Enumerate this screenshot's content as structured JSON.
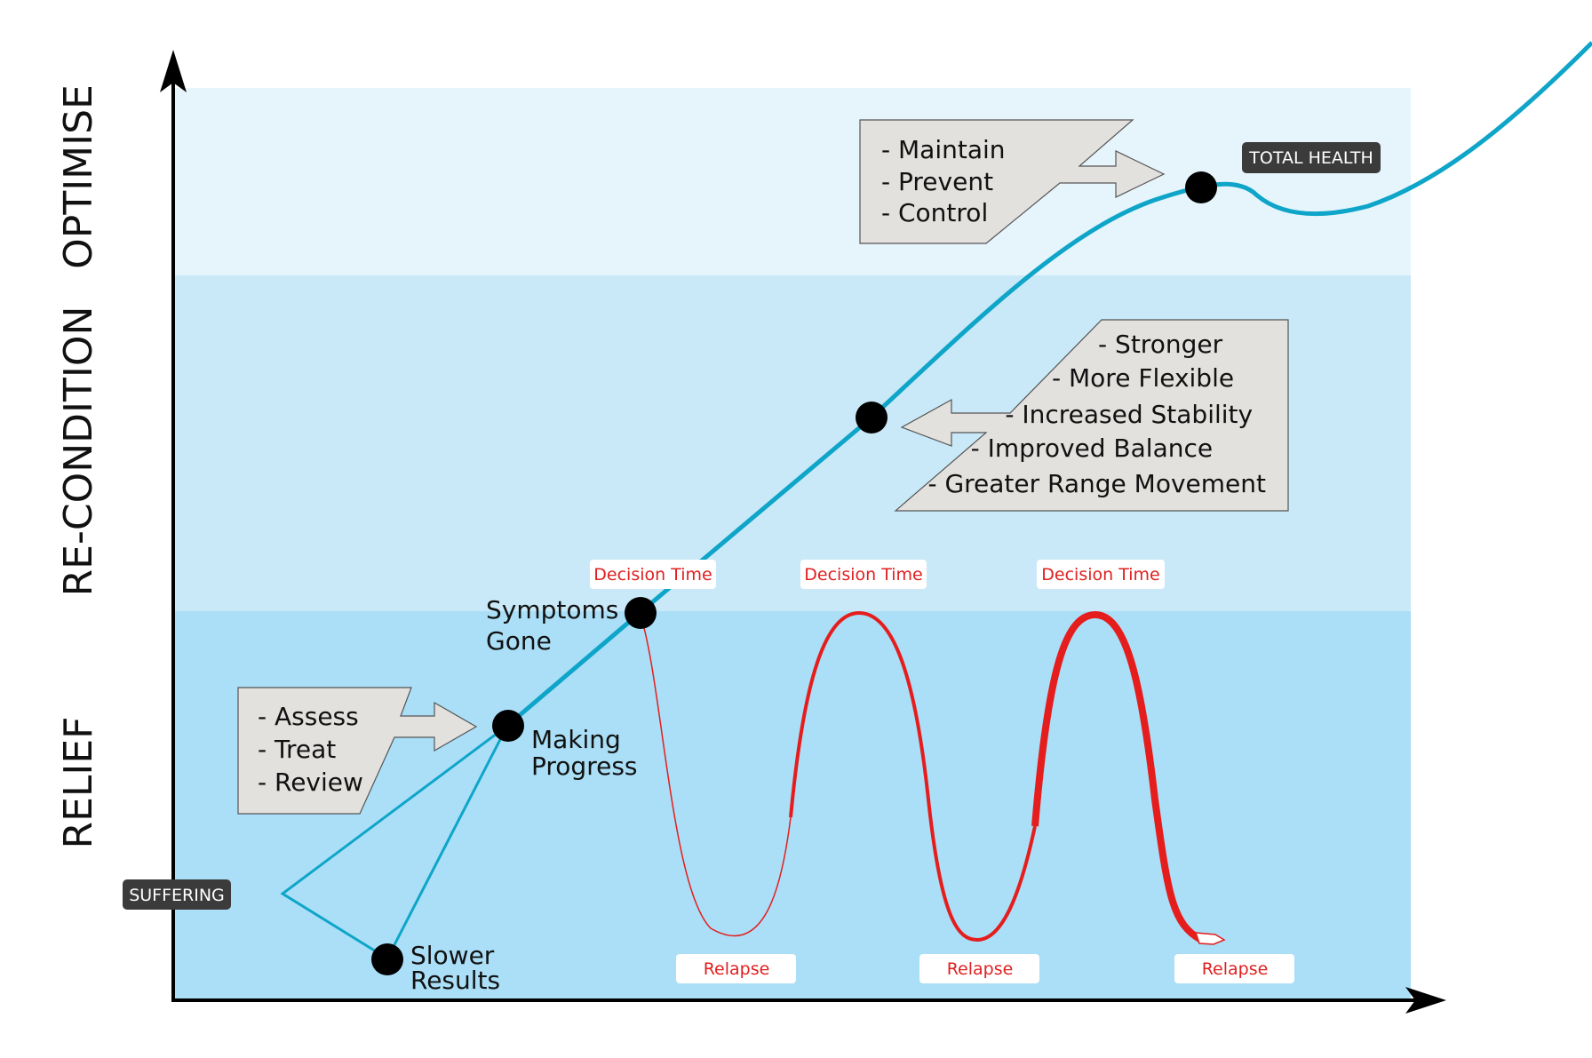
{
  "zones": {
    "optimise": "OPTIMISE",
    "recondition": "RE-CONDITION",
    "relief": "RELIEF"
  },
  "tags": {
    "suffering": "SUFFERING",
    "total_health": "TOTAL HEALTH"
  },
  "nodes": {
    "slower_results": [
      "Slower",
      "Results"
    ],
    "making_progress": [
      "Making",
      "Progress"
    ],
    "symptoms_gone": [
      "Symptoms",
      "Gone"
    ]
  },
  "callouts": {
    "relief": [
      "- Assess",
      "- Treat",
      "- Review"
    ],
    "recondition": [
      "- Stronger",
      "- More Flexible",
      "- Increased Stability",
      "- Improved Balance",
      "- Greater Range Movement"
    ],
    "optimise": [
      "-  Maintain",
      "-  Prevent",
      "-  Control"
    ]
  },
  "decision_labels": [
    "Decision Time",
    "Decision Time",
    "Decision Time"
  ],
  "relapse_labels": [
    "Relapse",
    "Relapse",
    "Relapse"
  ],
  "colors": {
    "zone_optimise": "#e6f5fc",
    "zone_recondition": "#c9e9f8",
    "zone_relief": "#aadff7",
    "main_curve": "#0ea5c9",
    "relapse_curve": "#e51d1d",
    "callout_fill": "#e3e1de",
    "tag_dark": "#3b3b3b"
  }
}
